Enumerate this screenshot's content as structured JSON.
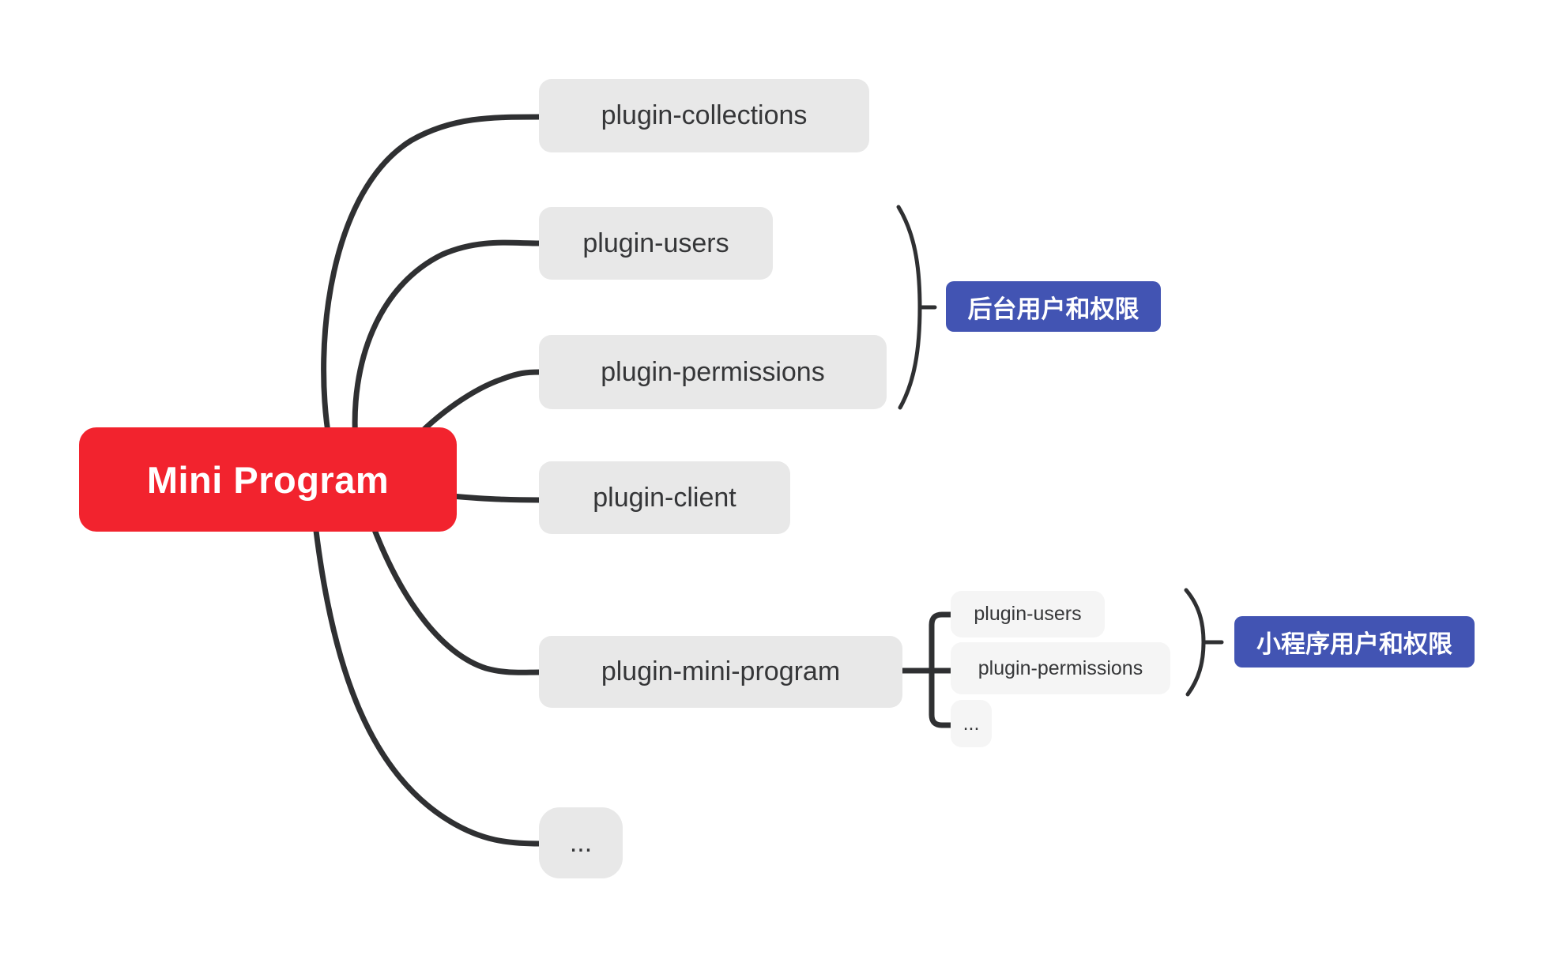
{
  "root": {
    "label": "Mini Program"
  },
  "branches": [
    {
      "label": "plugin-collections"
    },
    {
      "label": "plugin-users"
    },
    {
      "label": "plugin-permissions"
    },
    {
      "label": "plugin-client"
    },
    {
      "label": "plugin-mini-program",
      "children": [
        {
          "label": "plugin-users"
        },
        {
          "label": "plugin-permissions"
        },
        {
          "label": "..."
        }
      ]
    },
    {
      "label": "..."
    }
  ],
  "summaries": [
    {
      "label": "后台用户和权限"
    },
    {
      "label": "小程序用户和权限"
    }
  ],
  "colors": {
    "root_bg": "#f2232e",
    "root_text": "#ffffff",
    "topic_bg": "#e8e8e8",
    "subtopic_bg": "#f5f5f5",
    "topic_text": "#353638",
    "summary_bg": "#4254b3",
    "summary_text": "#ffffff",
    "line": "#2f3032",
    "background": "#ffffff"
  }
}
